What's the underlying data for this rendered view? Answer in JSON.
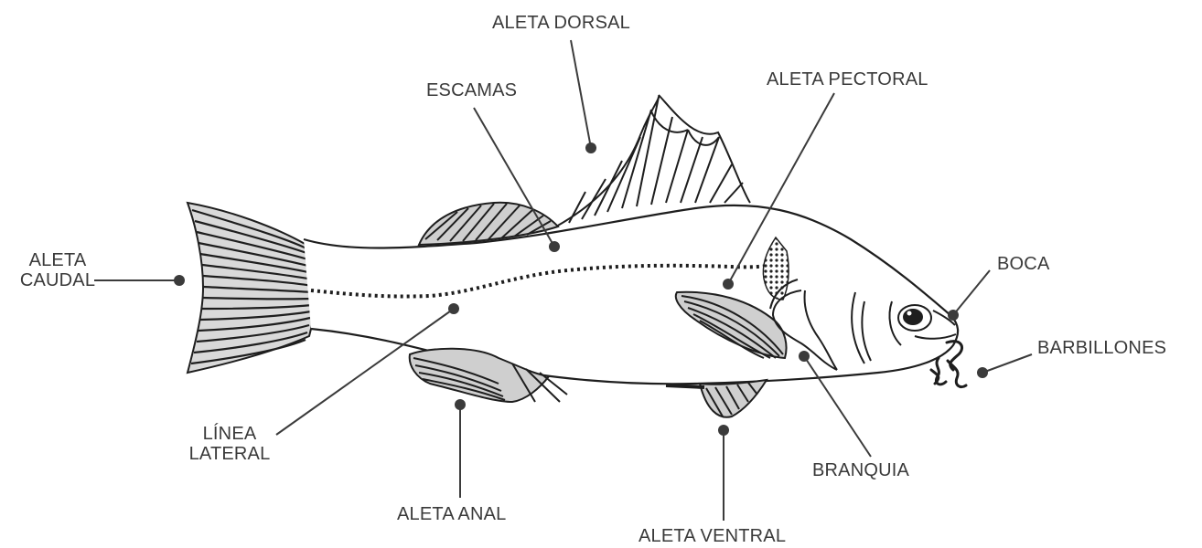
{
  "labels": {
    "aleta_dorsal": "ALETA DORSAL",
    "escamas": "ESCAMAS",
    "aleta_pectoral": "ALETA PECTORAL",
    "aleta_caudal_1": "ALETA",
    "aleta_caudal_2": "CAUDAL",
    "boca": "BOCA",
    "barbillones": "BARBILLONES",
    "linea_lateral_1": "LÍNEA",
    "linea_lateral_2": "LATERAL",
    "aleta_anal": "ALETA ANAL",
    "aleta_ventral": "ALETA VENTRAL",
    "branquia": "BRANQUIA"
  },
  "colors": {
    "leader": "#3b3b3b",
    "text": "#3a3a3a",
    "ink": "#1e1e1e"
  }
}
